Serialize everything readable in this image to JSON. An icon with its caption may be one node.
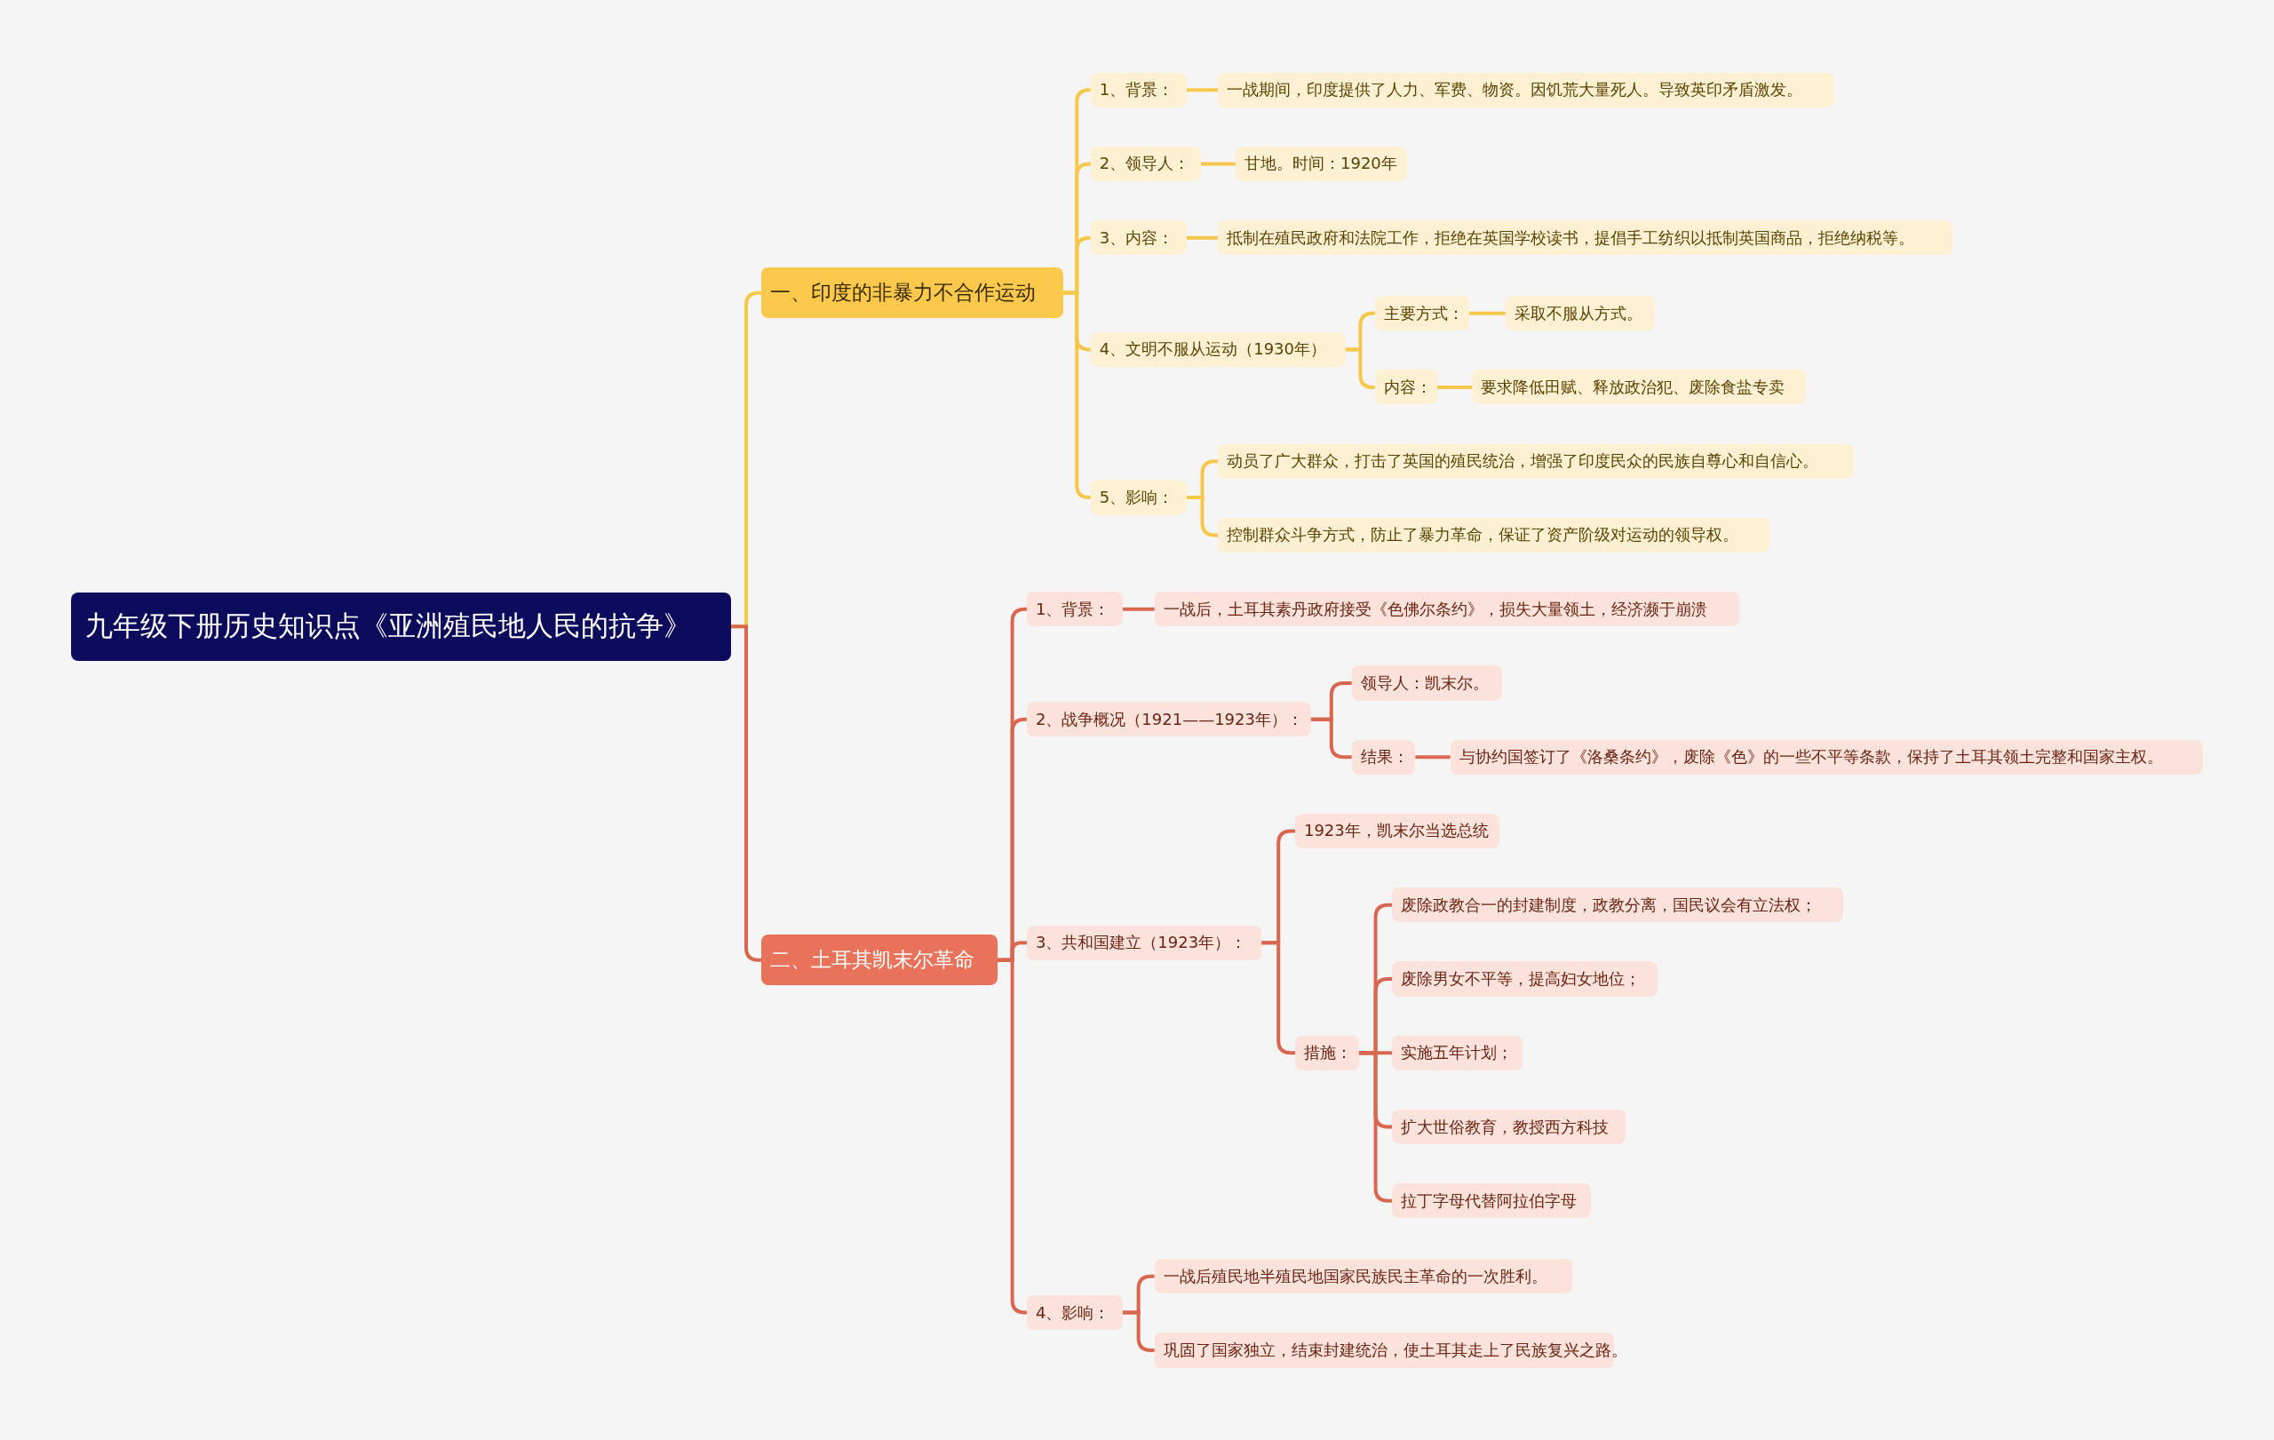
{
  "diagram": {
    "nodes": [
      {
        "text": [
          "九年级下册历史知识点《亚洲殖民地人民的抗争》"
        ]
      },
      {
        "text": [
          "一、印度的非暴力不合作运动"
        ]
      },
      {
        "text": [
          "1、背景："
        ]
      },
      {
        "text": [
          "一战期间，印度提供了人力、军费、物资。因饥荒大量死人。导致英印矛盾激发。"
        ]
      },
      {
        "text": [
          "2、领导人："
        ]
      },
      {
        "text": [
          "甘地。时间：1920年"
        ]
      },
      {
        "text": [
          "3、内容："
        ]
      },
      {
        "text": [
          "抵制在殖民政府和法院工作，拒绝在英国学校读书，提倡手工纺织以抵制英国商品，拒绝纳税等。"
        ]
      },
      {
        "text": [
          "4、文明不服从运动（1930年）"
        ]
      },
      {
        "text": [
          "主要方式："
        ]
      },
      {
        "text": [
          "采取不服从方式。"
        ]
      },
      {
        "text": [
          "内容："
        ]
      },
      {
        "text": [
          "要求降低田赋、释放政治犯、废除食盐专卖"
        ]
      },
      {
        "text": [
          "5、影响："
        ]
      },
      {
        "text": [
          "动员了广大群众，打击了英国的殖民统治，增强了印度民众的民族自尊心和自信心。"
        ]
      },
      {
        "text": [
          "控制群众斗争方式，防止了暴力革命，保证了资产阶级对运动的领导权。"
        ]
      },
      {
        "text": [
          "二、土耳其凯末尔革命"
        ]
      },
      {
        "text": [
          "1、背景："
        ]
      },
      {
        "text": [
          "一战后，土耳其素丹政府接受《色佛尔条约》，损失大量领土，经济濒于崩溃"
        ]
      },
      {
        "text": [
          "2、战争概况（1921——1923年）："
        ]
      },
      {
        "text": [
          "领导人：凯末尔。"
        ]
      },
      {
        "text": [
          "结果："
        ]
      },
      {
        "text": [
          "与协约国签订了《洛桑条约》，废除《色》的一些不平等条款，保持了土耳其领土完整和国家主权。"
        ]
      },
      {
        "text": [
          "3、共和国建立（1923年）："
        ]
      },
      {
        "text": [
          "1923年，凯末尔当选总统"
        ]
      },
      {
        "text": [
          "措施："
        ]
      },
      {
        "text": [
          "废除政教合一的封建制度，政教分离，国民议会有立法权；"
        ]
      },
      {
        "text": [
          "废除男女不平等，提高妇女地位；"
        ]
      },
      {
        "text": [
          "实施五年计划；"
        ]
      },
      {
        "text": [
          "扩大世俗教育，教授西方科技"
        ]
      },
      {
        "text": [
          "拉丁字母代替阿拉伯字母"
        ]
      },
      {
        "text": [
          "4、影响："
        ]
      },
      {
        "text": [
          "一战后殖民地半殖民地国家民族民主革命的一次胜利。"
        ]
      },
      {
        "text": [
          "巩固了国家独立，结束封建统治，使土耳其走上了民族复兴之路。"
        ]
      }
    ],
    "edges": [
      {
        "from": 0,
        "to": 1,
        "arrow": "none",
        "color": "#f5c84c"
      },
      {
        "from": 1,
        "to": 2,
        "arrow": "none",
        "color": "#f5c84c"
      },
      {
        "from": 2,
        "to": 3,
        "arrow": "none",
        "color": "#f5c84c"
      },
      {
        "from": 1,
        "to": 4,
        "arrow": "none",
        "color": "#f5c84c"
      },
      {
        "from": 4,
        "to": 5,
        "arrow": "none",
        "color": "#f5c84c"
      },
      {
        "from": 1,
        "to": 6,
        "arrow": "none",
        "color": "#f5c84c"
      },
      {
        "from": 6,
        "to": 7,
        "arrow": "none",
        "color": "#f5c84c"
      },
      {
        "from": 1,
        "to": 8,
        "arrow": "none",
        "color": "#f5c84c"
      },
      {
        "from": 8,
        "to": 9,
        "arrow": "none",
        "color": "#f5c84c"
      },
      {
        "from": 9,
        "to": 10,
        "arrow": "none",
        "color": "#f5c84c"
      },
      {
        "from": 8,
        "to": 11,
        "arrow": "none",
        "color": "#f5c84c"
      },
      {
        "from": 11,
        "to": 12,
        "arrow": "none",
        "color": "#f5c84c"
      },
      {
        "from": 1,
        "to": 13,
        "arrow": "none",
        "color": "#f5c84c"
      },
      {
        "from": 13,
        "to": 14,
        "arrow": "none",
        "color": "#f5c84c"
      },
      {
        "from": 13,
        "to": 15,
        "arrow": "none",
        "color": "#f5c84c"
      },
      {
        "from": 0,
        "to": 16,
        "arrow": "none"
      },
      {
        "from": 16,
        "to": 17,
        "arrow": "none"
      },
      {
        "from": 17,
        "to": 18,
        "arrow": "none"
      },
      {
        "from": 16,
        "to": 19,
        "arrow": "none"
      },
      {
        "from": 19,
        "to": 20,
        "arrow": "none"
      },
      {
        "from": 19,
        "to": 21,
        "arrow": "none"
      },
      {
        "from": 21,
        "to": 22,
        "arrow": "none"
      },
      {
        "from": 16,
        "to": 23,
        "arrow": "none"
      },
      {
        "from": 23,
        "to": 24,
        "arrow": "none"
      },
      {
        "from": 23,
        "to": 25,
        "arrow": "none"
      },
      {
        "from": 25,
        "to": 26,
        "arrow": "none"
      },
      {
        "from": 25,
        "to": 27,
        "arrow": "none"
      },
      {
        "from": 25,
        "to": 28,
        "arrow": "none"
      },
      {
        "from": 25,
        "to": 29,
        "arrow": "none"
      },
      {
        "from": 25,
        "to": 30,
        "arrow": "none"
      },
      {
        "from": 16,
        "to": 31,
        "arrow": "none"
      },
      {
        "from": 31,
        "to": 32,
        "arrow": "none"
      },
      {
        "from": 31,
        "to": 33,
        "arrow": "none"
      }
    ]
  }
}
